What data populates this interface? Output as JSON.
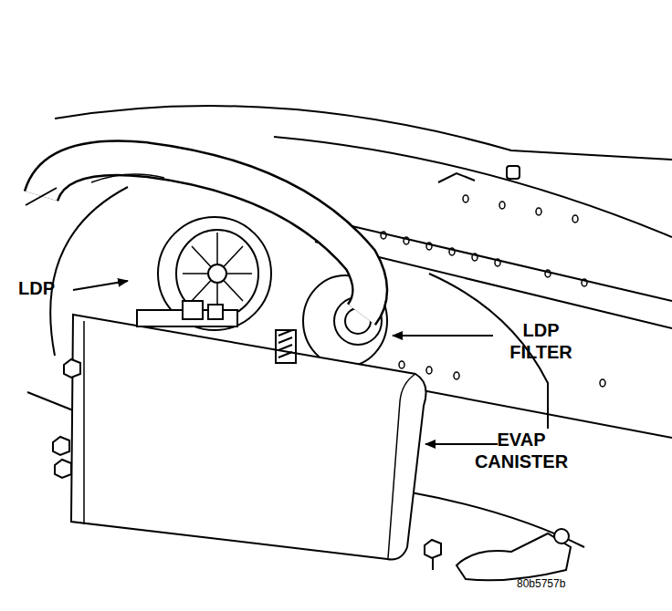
{
  "diagram": {
    "labels": [
      "LDP",
      "LDP FILTER",
      "EVAP CANISTER",
      "80b5757b"
    ]
  }
}
